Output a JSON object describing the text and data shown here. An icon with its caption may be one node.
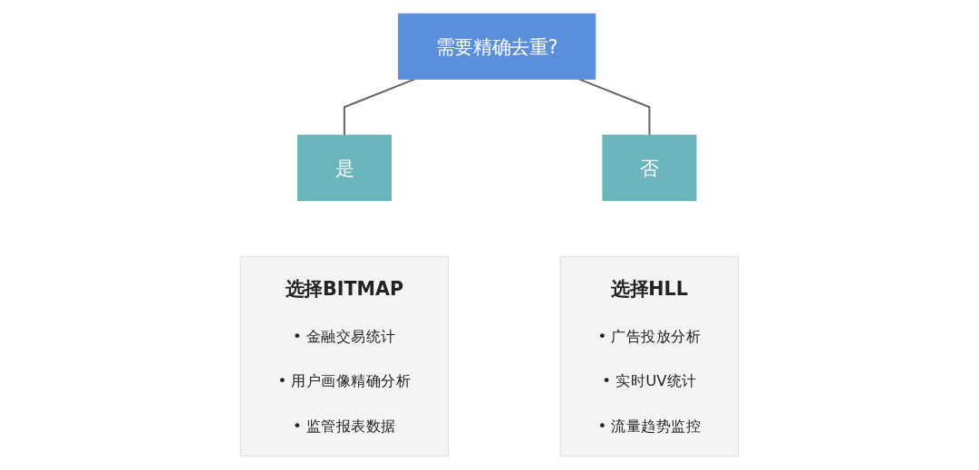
{
  "diagram": {
    "nodes": [
      {
        "text": [
          "需要精确去重?"
        ]
      },
      {
        "text": [
          "是"
        ]
      },
      {
        "text": [
          "否"
        ]
      },
      {
        "text": [
          "选择BITMAP",
          "• 金融交易统计",
          "• 用户画像精确分析",
          "• 监管报表数据"
        ]
      },
      {
        "text": [
          "选择HLL",
          "• 广告投放分析",
          "• 实时UV统计",
          "• 流量趋势监控"
        ]
      }
    ],
    "edges": [
      {
        "from": 0,
        "to": 1,
        "arrow": "none"
      },
      {
        "from": 0,
        "to": 2,
        "arrow": "none"
      }
    ]
  }
}
